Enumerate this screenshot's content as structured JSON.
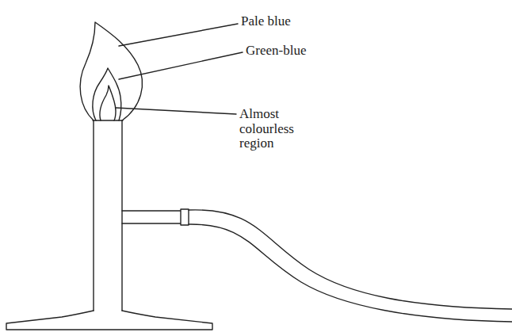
{
  "diagram": {
    "labels": [
      "Pale blue",
      "Green-blue",
      "Almost colourless region"
    ]
  }
}
